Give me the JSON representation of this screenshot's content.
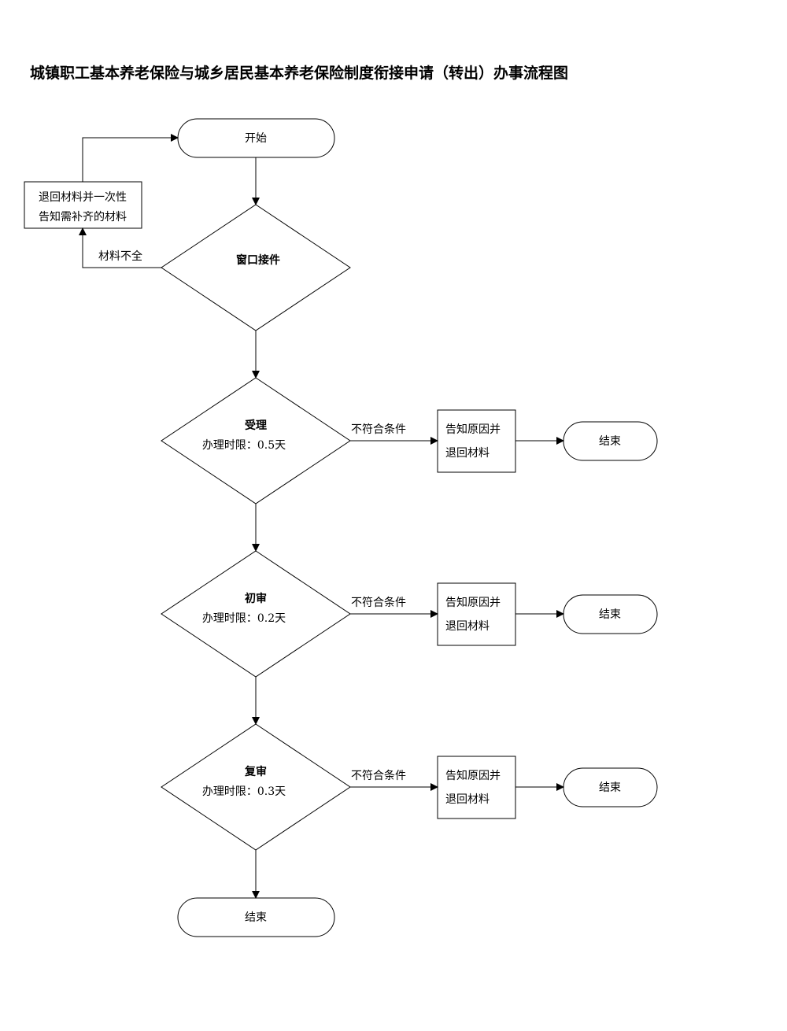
{
  "title": "城镇职工基本养老保险与城乡居民基本养老保险制度衔接申请（转出）办事流程图",
  "nodes": {
    "start": "开始",
    "return_box": [
      "退回材料并一次性",
      "告知需补齐的材料"
    ],
    "window": "窗口接件",
    "accept": {
      "label": "受理",
      "limit": "办理时限：0.5天"
    },
    "first_review": {
      "label": "初审",
      "limit": "办理时限：0.2天"
    },
    "re_review": {
      "label": "复审",
      "limit": "办理时限：0.3天"
    },
    "reject_box": [
      "告知原因并",
      "退回材料"
    ],
    "end": "结束"
  },
  "edges": {
    "incomplete": "材料不全",
    "not_qualified": "不符合条件"
  }
}
